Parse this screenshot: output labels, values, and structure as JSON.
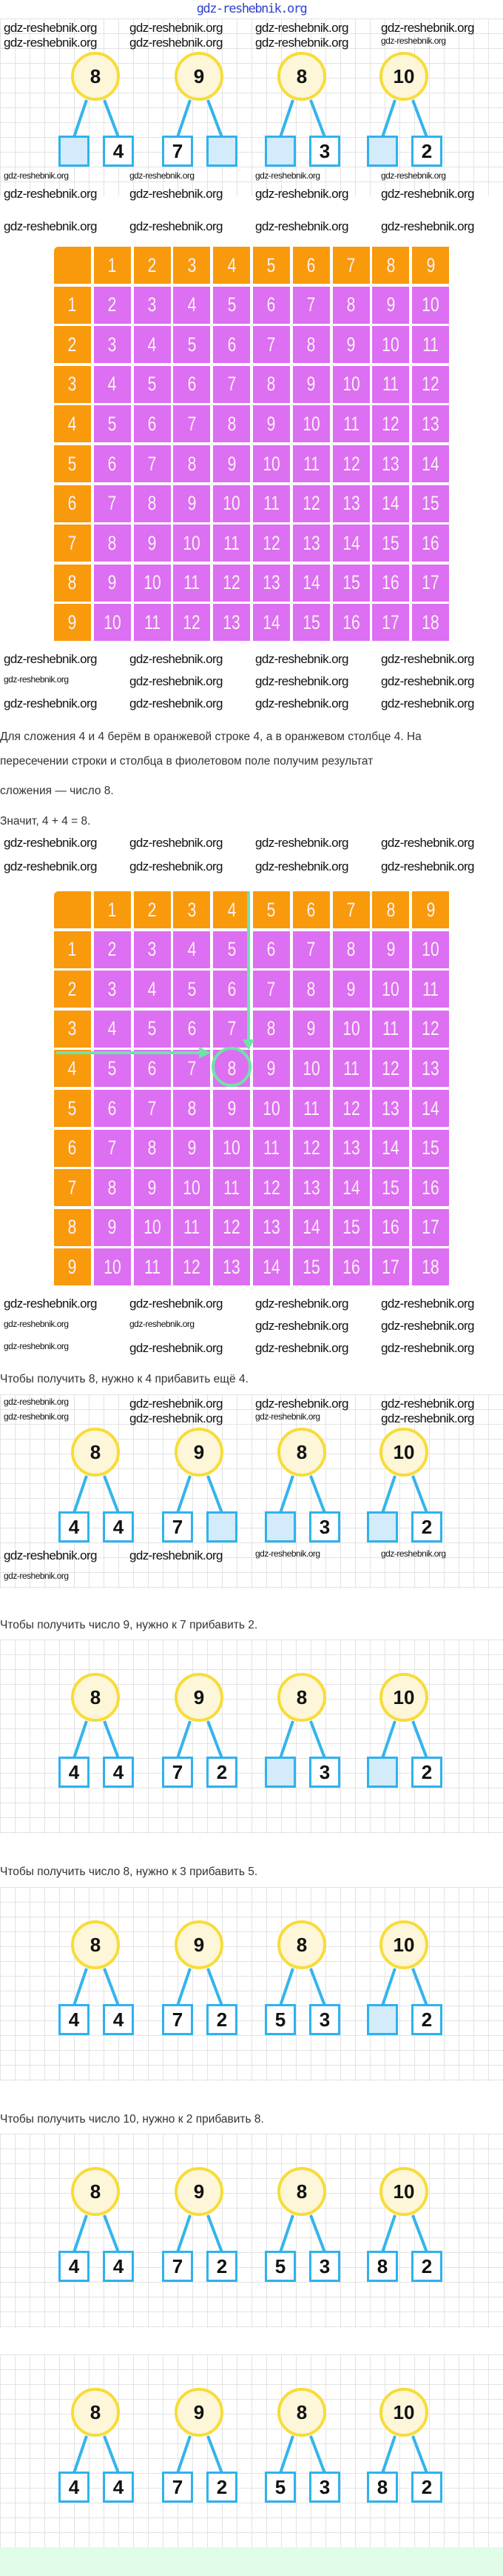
{
  "header": {
    "site": "gdz-reshebnik.org"
  },
  "watermark": "gdz-reshebnik.org",
  "colors": {
    "orange": "#f89a0c",
    "purple": "#dc6ff2",
    "bubble_border": "#f7dc3a",
    "box_border": "#2fb2ee",
    "arrow": "#6ee3a8"
  },
  "diagrams": [
    {
      "tops": [
        "8",
        "9",
        "8",
        "10"
      ],
      "boxes": [
        [
          "",
          "4"
        ],
        [
          "7",
          ""
        ],
        [
          "",
          "3"
        ],
        [
          "",
          "2"
        ]
      ]
    },
    {
      "tops": [
        "8",
        "9",
        "8",
        "10"
      ],
      "boxes": [
        [
          "4",
          "4"
        ],
        [
          "7",
          ""
        ],
        [
          "",
          "3"
        ],
        [
          "",
          "2"
        ]
      ]
    },
    {
      "tops": [
        "8",
        "9",
        "8",
        "10"
      ],
      "boxes": [
        [
          "4",
          "4"
        ],
        [
          "7",
          "2"
        ],
        [
          "",
          "3"
        ],
        [
          "",
          "2"
        ]
      ]
    },
    {
      "tops": [
        "8",
        "9",
        "8",
        "10"
      ],
      "boxes": [
        [
          "4",
          "4"
        ],
        [
          "7",
          "2"
        ],
        [
          "5",
          "3"
        ],
        [
          "",
          "2"
        ]
      ]
    },
    {
      "tops": [
        "8",
        "9",
        "8",
        "10"
      ],
      "boxes": [
        [
          "4",
          "4"
        ],
        [
          "7",
          "2"
        ],
        [
          "5",
          "3"
        ],
        [
          "8",
          "2"
        ]
      ]
    },
    {
      "tops": [
        "8",
        "9",
        "8",
        "10"
      ],
      "boxes": [
        [
          "4",
          "4"
        ],
        [
          "7",
          "2"
        ],
        [
          "5",
          "3"
        ],
        [
          "8",
          "2"
        ]
      ]
    }
  ],
  "table": {
    "header": [
      "",
      "1",
      "2",
      "3",
      "4",
      "5",
      "6",
      "7",
      "8",
      "9"
    ],
    "rows": [
      [
        "1",
        "2",
        "3",
        "4",
        "5",
        "6",
        "7",
        "8",
        "9",
        "10"
      ],
      [
        "2",
        "3",
        "4",
        "5",
        "6",
        "7",
        "8",
        "9",
        "10",
        "11"
      ],
      [
        "3",
        "4",
        "5",
        "6",
        "7",
        "8",
        "9",
        "10",
        "11",
        "12"
      ],
      [
        "4",
        "5",
        "6",
        "7",
        "8",
        "9",
        "10",
        "11",
        "12",
        "13"
      ],
      [
        "5",
        "6",
        "7",
        "8",
        "9",
        "10",
        "11",
        "12",
        "13",
        "14"
      ],
      [
        "6",
        "7",
        "8",
        "9",
        "10",
        "11",
        "12",
        "13",
        "14",
        "15"
      ],
      [
        "7",
        "8",
        "9",
        "10",
        "11",
        "12",
        "13",
        "14",
        "15",
        "16"
      ],
      [
        "8",
        "9",
        "10",
        "11",
        "12",
        "13",
        "14",
        "15",
        "16",
        "17"
      ],
      [
        "9",
        "10",
        "11",
        "12",
        "13",
        "14",
        "15",
        "16",
        "17",
        "18"
      ]
    ],
    "highlight": {
      "row": "4",
      "col": "4",
      "result": "8"
    }
  },
  "explanation": {
    "line1": "Для сложения 4 и 4 берём в оранжевой строке 4, а в оранжевом столбце 4. На",
    "line2": "пересечении строки и столбца в фиолетовом поле получим результат",
    "line3": "сложения — число 8.",
    "line4": "Значит, 4 + 4 = 8."
  },
  "steps": [
    "Чтобы получить 8, нужно к 4 прибавить ещё 4.",
    "Чтобы получить число 9, нужно к 7 прибавить 2.",
    "Чтобы получить число 8, нужно к 3 прибавить 5.",
    "Чтобы получить число 10, нужно к 2 прибавить 8."
  ]
}
